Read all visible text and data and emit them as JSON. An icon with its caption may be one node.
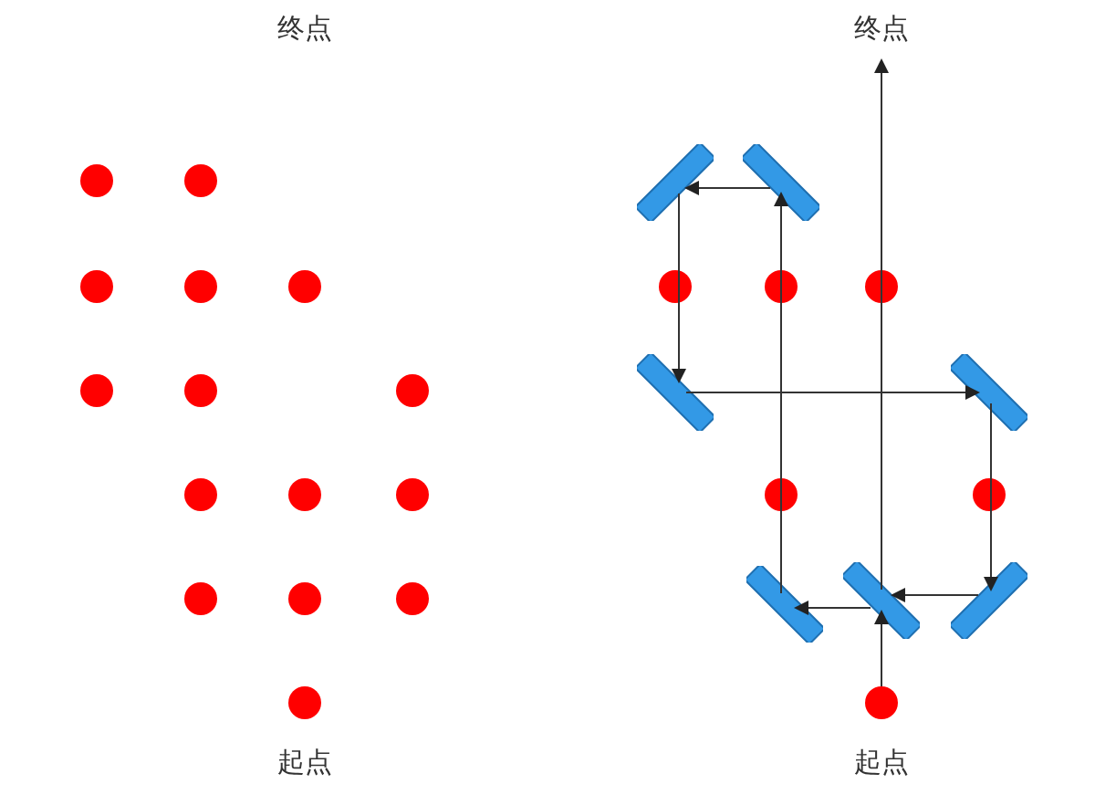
{
  "diagram": {
    "nodes": [
      {
        "text": [
          "终点"
        ]
      },
      {
        "text": [],
        "shape": "bar"
      },
      {
        "text": [],
        "shape": "bar"
      },
      {
        "text": [],
        "shape": "bar"
      },
      {
        "text": [],
        "shape": "bar"
      },
      {
        "text": [],
        "shape": "bar"
      },
      {
        "text": [],
        "shape": "bar"
      },
      {
        "text": [],
        "shape": "bar"
      },
      {
        "text": [],
        "shape": "circle",
        "beside": [
          "起点"
        ]
      }
    ],
    "edges": [
      {
        "from": 8,
        "to": 6,
        "arrow": "to"
      },
      {
        "from": 6,
        "to": 5,
        "arrow": "to"
      },
      {
        "from": 5,
        "to": 2,
        "arrow": "to"
      },
      {
        "from": 2,
        "to": 1,
        "arrow": "to"
      },
      {
        "from": 1,
        "to": 3,
        "arrow": "to"
      },
      {
        "from": 3,
        "to": 4,
        "arrow": "to"
      },
      {
        "from": 4,
        "to": 7,
        "arrow": "to"
      },
      {
        "from": 7,
        "to": 6,
        "arrow": "to"
      },
      {
        "from": 6,
        "to": 0,
        "arrow": "to"
      }
    ],
    "labels": [
      "终点",
      "起点"
    ]
  }
}
